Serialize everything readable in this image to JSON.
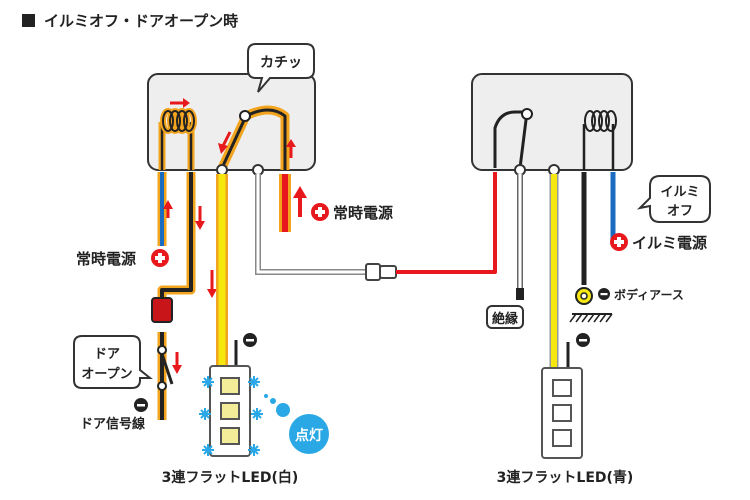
{
  "title": "イルミオフ・ドアオープン時",
  "labels": {
    "click_bubble": "カチッ",
    "constant_power_right": "常時電源",
    "constant_power_left": "常時電源",
    "door_open_line1": "ドア",
    "door_open_line2": "オープン",
    "door_signal": "ドア信号線",
    "illumi_off_line1": "イルミ",
    "illumi_off_line2": "オフ",
    "illumi_power": "イルミ電源",
    "body_ground": "ボディアース",
    "insulated": "絶縁",
    "lit": "点灯",
    "led_white": "3連フラットLED(白)",
    "led_blue": "3連フラットLED(青)"
  },
  "colors": {
    "power_red": "#e8191c",
    "current_highlight": "#f3a41f",
    "led_yellow": "#f6e80f",
    "wire_blue": "#1b6cc0",
    "glow_blue": "#2aa8e6",
    "relay_gray": "#eeeeee"
  }
}
